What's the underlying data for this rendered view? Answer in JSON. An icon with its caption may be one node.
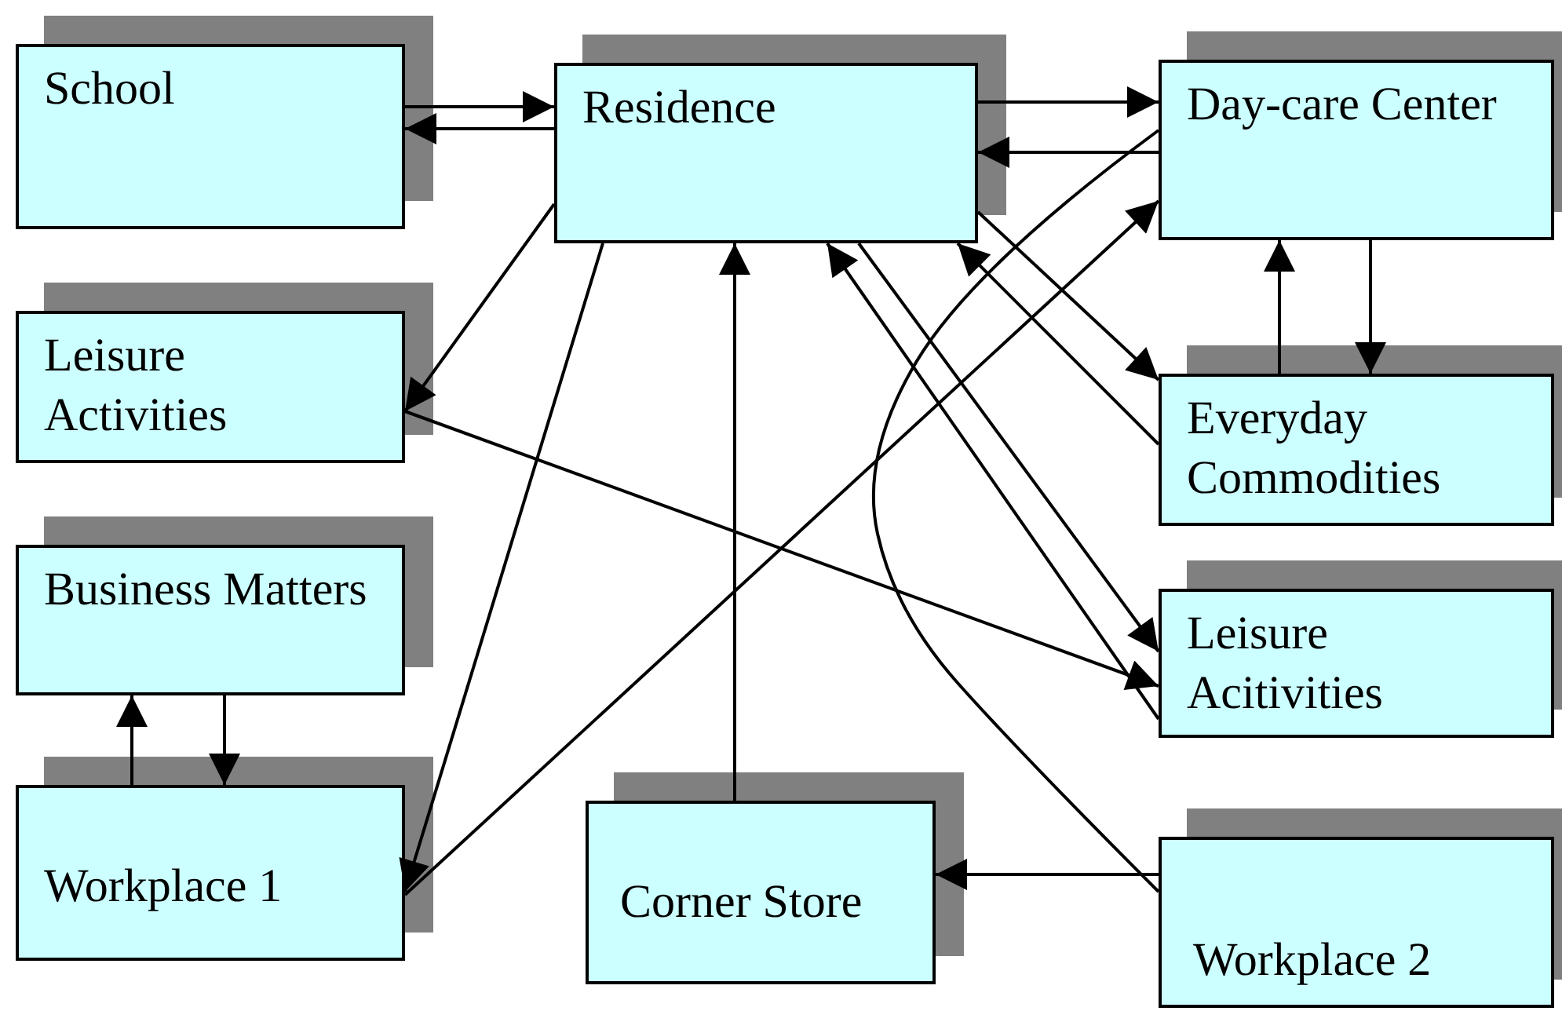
{
  "diagram": {
    "nodes": [
      {
        "text": [
          "School"
        ]
      },
      {
        "text": [
          "Residence"
        ]
      },
      {
        "text": [
          "Day-care Center"
        ]
      },
      {
        "text": [
          "Leisure Activities"
        ]
      },
      {
        "text": [
          "Everyday Commodities"
        ]
      },
      {
        "text": [
          "Business Matters"
        ]
      },
      {
        "text": [
          "Leisure Acitivities"
        ]
      },
      {
        "text": [
          "Workplace 1"
        ]
      },
      {
        "text": [
          "Corner Store"
        ]
      },
      {
        "text": [
          "Workplace 2"
        ]
      }
    ],
    "edges": [
      {
        "from": 0,
        "to": 1,
        "arrow": "to"
      },
      {
        "from": 1,
        "to": 0,
        "arrow": "to"
      },
      {
        "from": 1,
        "to": 2,
        "arrow": "to"
      },
      {
        "from": 2,
        "to": 1,
        "arrow": "to"
      },
      {
        "from": 1,
        "to": 3,
        "arrow": "to"
      },
      {
        "from": 1,
        "to": 7,
        "arrow": "to"
      },
      {
        "from": 8,
        "to": 1,
        "arrow": "to"
      },
      {
        "from": 1,
        "to": 6,
        "arrow": "to"
      },
      {
        "from": 6,
        "to": 1,
        "arrow": "to"
      },
      {
        "from": 4,
        "to": 1,
        "arrow": "to"
      },
      {
        "from": 1,
        "to": 4,
        "arrow": "to"
      },
      {
        "from": 7,
        "to": 2,
        "arrow": "to"
      },
      {
        "from": 2,
        "to": 9,
        "arrow": "none"
      },
      {
        "from": 2,
        "to": 4,
        "arrow": "to"
      },
      {
        "from": 4,
        "to": 2,
        "arrow": "to"
      },
      {
        "from": 3,
        "to": 6,
        "arrow": "to"
      },
      {
        "from": 7,
        "to": 5,
        "arrow": "to"
      },
      {
        "from": 5,
        "to": 7,
        "arrow": "to"
      },
      {
        "from": 9,
        "to": 8,
        "arrow": "to"
      }
    ]
  }
}
